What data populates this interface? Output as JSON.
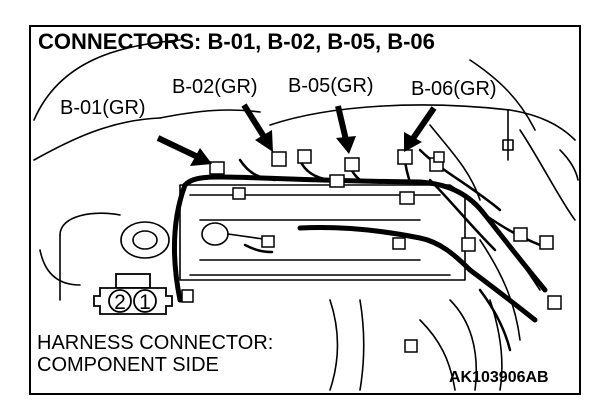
{
  "title": "CONNECTORS: B-01, B-02, B-05, B-06",
  "connectors": [
    {
      "label": "B-01(GR)"
    },
    {
      "label": "B-02(GR)"
    },
    {
      "label": "B-05(GR)"
    },
    {
      "label": "B-06(GR)"
    }
  ],
  "note": {
    "line1": "HARNESS CONNECTOR:",
    "line2": "COMPONENT SIDE"
  },
  "pins": [
    "2",
    "1"
  ],
  "figure_id": "AK103906AB"
}
